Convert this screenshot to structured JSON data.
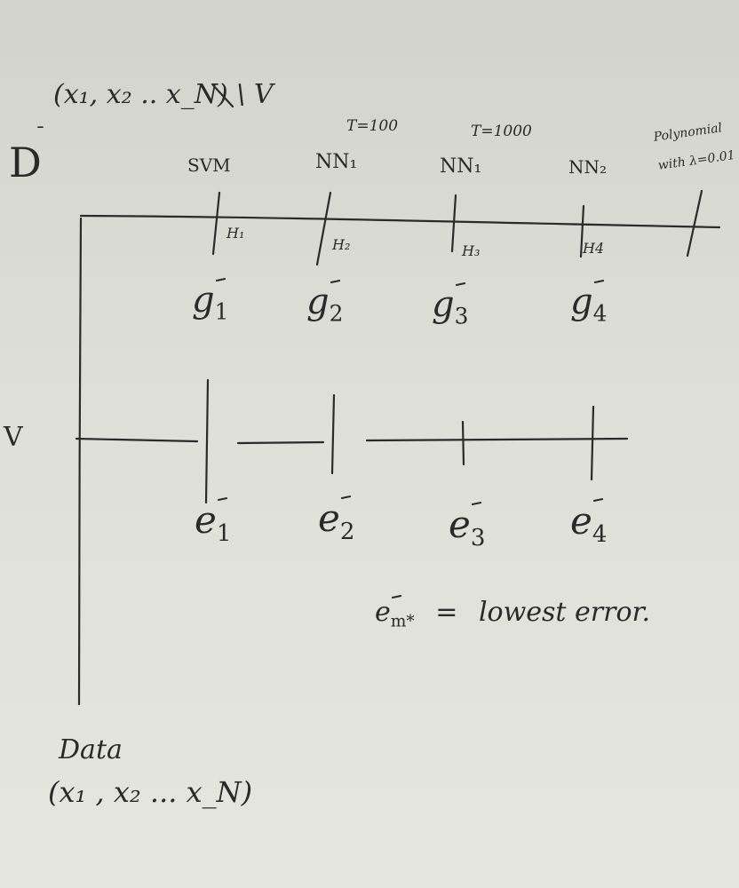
{
  "header": {
    "d_minus": "D",
    "d_minus_args": "(x₁, x₂ .. x_N) \\ V"
  },
  "models": [
    {
      "label": "SVM",
      "param": "",
      "hyp": "H₁",
      "g_base": "g",
      "g_sub": "1",
      "e_base": "e",
      "e_sub": "1"
    },
    {
      "label": "NN₁",
      "param": "T=100",
      "hyp": "H₂",
      "g_base": "g",
      "g_sub": "2",
      "e_base": "e",
      "e_sub": "2"
    },
    {
      "label": "NN₁",
      "param": "T=1000",
      "hyp": "H₃",
      "g_base": "g",
      "g_sub": "3",
      "e_base": "e",
      "e_sub": "3"
    },
    {
      "label": "NN₂",
      "param": "",
      "hyp": "H4",
      "g_base": "g",
      "g_sub": "4",
      "e_base": "e",
      "e_sub": "4"
    },
    {
      "label_line1": "Polynomial",
      "label_line2": "with λ=0.01"
    }
  ],
  "validation": {
    "label": "V"
  },
  "best": {
    "expr": "e",
    "sub": "m*",
    "eq": "=",
    "text": "lowest error."
  },
  "data": {
    "label": "Data",
    "args": "(x₁ , x₂ ... x_N)"
  }
}
